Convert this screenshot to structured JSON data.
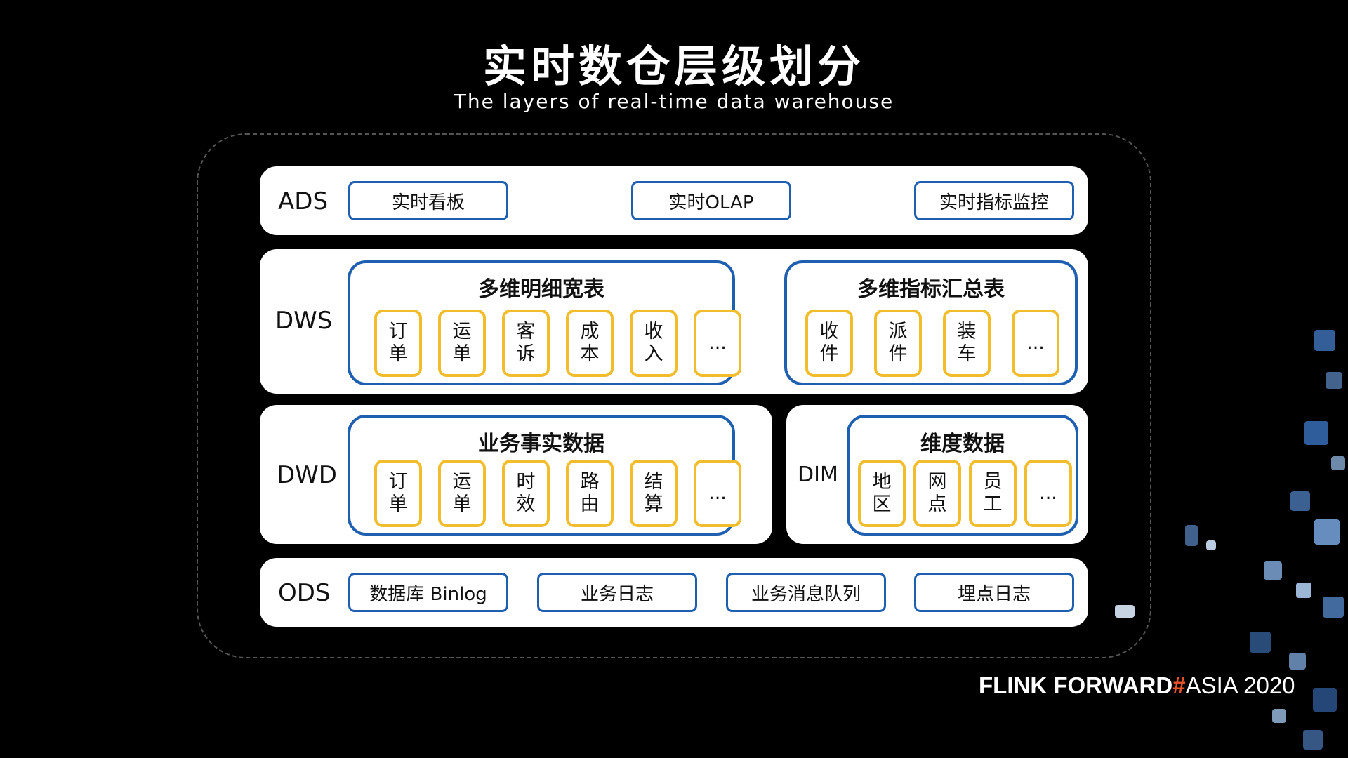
{
  "title": "实时数仓层级划分",
  "subtitle": "The layers of real-time data warehouse",
  "ads": {
    "label": "ADS",
    "items": [
      "实时看板",
      "实时OLAP",
      "实时指标监控"
    ]
  },
  "dws": {
    "label": "DWS",
    "groups": [
      {
        "title": "多维明细宽表",
        "items": [
          "订单",
          "运单",
          "客诉",
          "成本",
          "收入",
          "..."
        ]
      },
      {
        "title": "多维指标汇总表",
        "items": [
          "收件",
          "派件",
          "装车",
          "..."
        ]
      }
    ]
  },
  "dwd": {
    "label": "DWD",
    "group": {
      "title": "业务事实数据",
      "items": [
        "订单",
        "运单",
        "时效",
        "路由",
        "结算",
        "..."
      ]
    }
  },
  "dim": {
    "label": "DIM",
    "group": {
      "title": "维度数据",
      "items": [
        "地区",
        "网点",
        "员工",
        "..."
      ]
    }
  },
  "ods": {
    "label": "ODS",
    "items": [
      "数据库 Binlog",
      "业务日志",
      "业务消息队列",
      "埋点日志"
    ]
  },
  "brand": {
    "flink": "FLINK",
    "forward": "FORWARD",
    "hash": "#",
    "asia": "ASIA 2020"
  },
  "colors": {
    "group_border": "#1f5fb0",
    "item_border": "#f1bd2c",
    "background": "#000000"
  }
}
